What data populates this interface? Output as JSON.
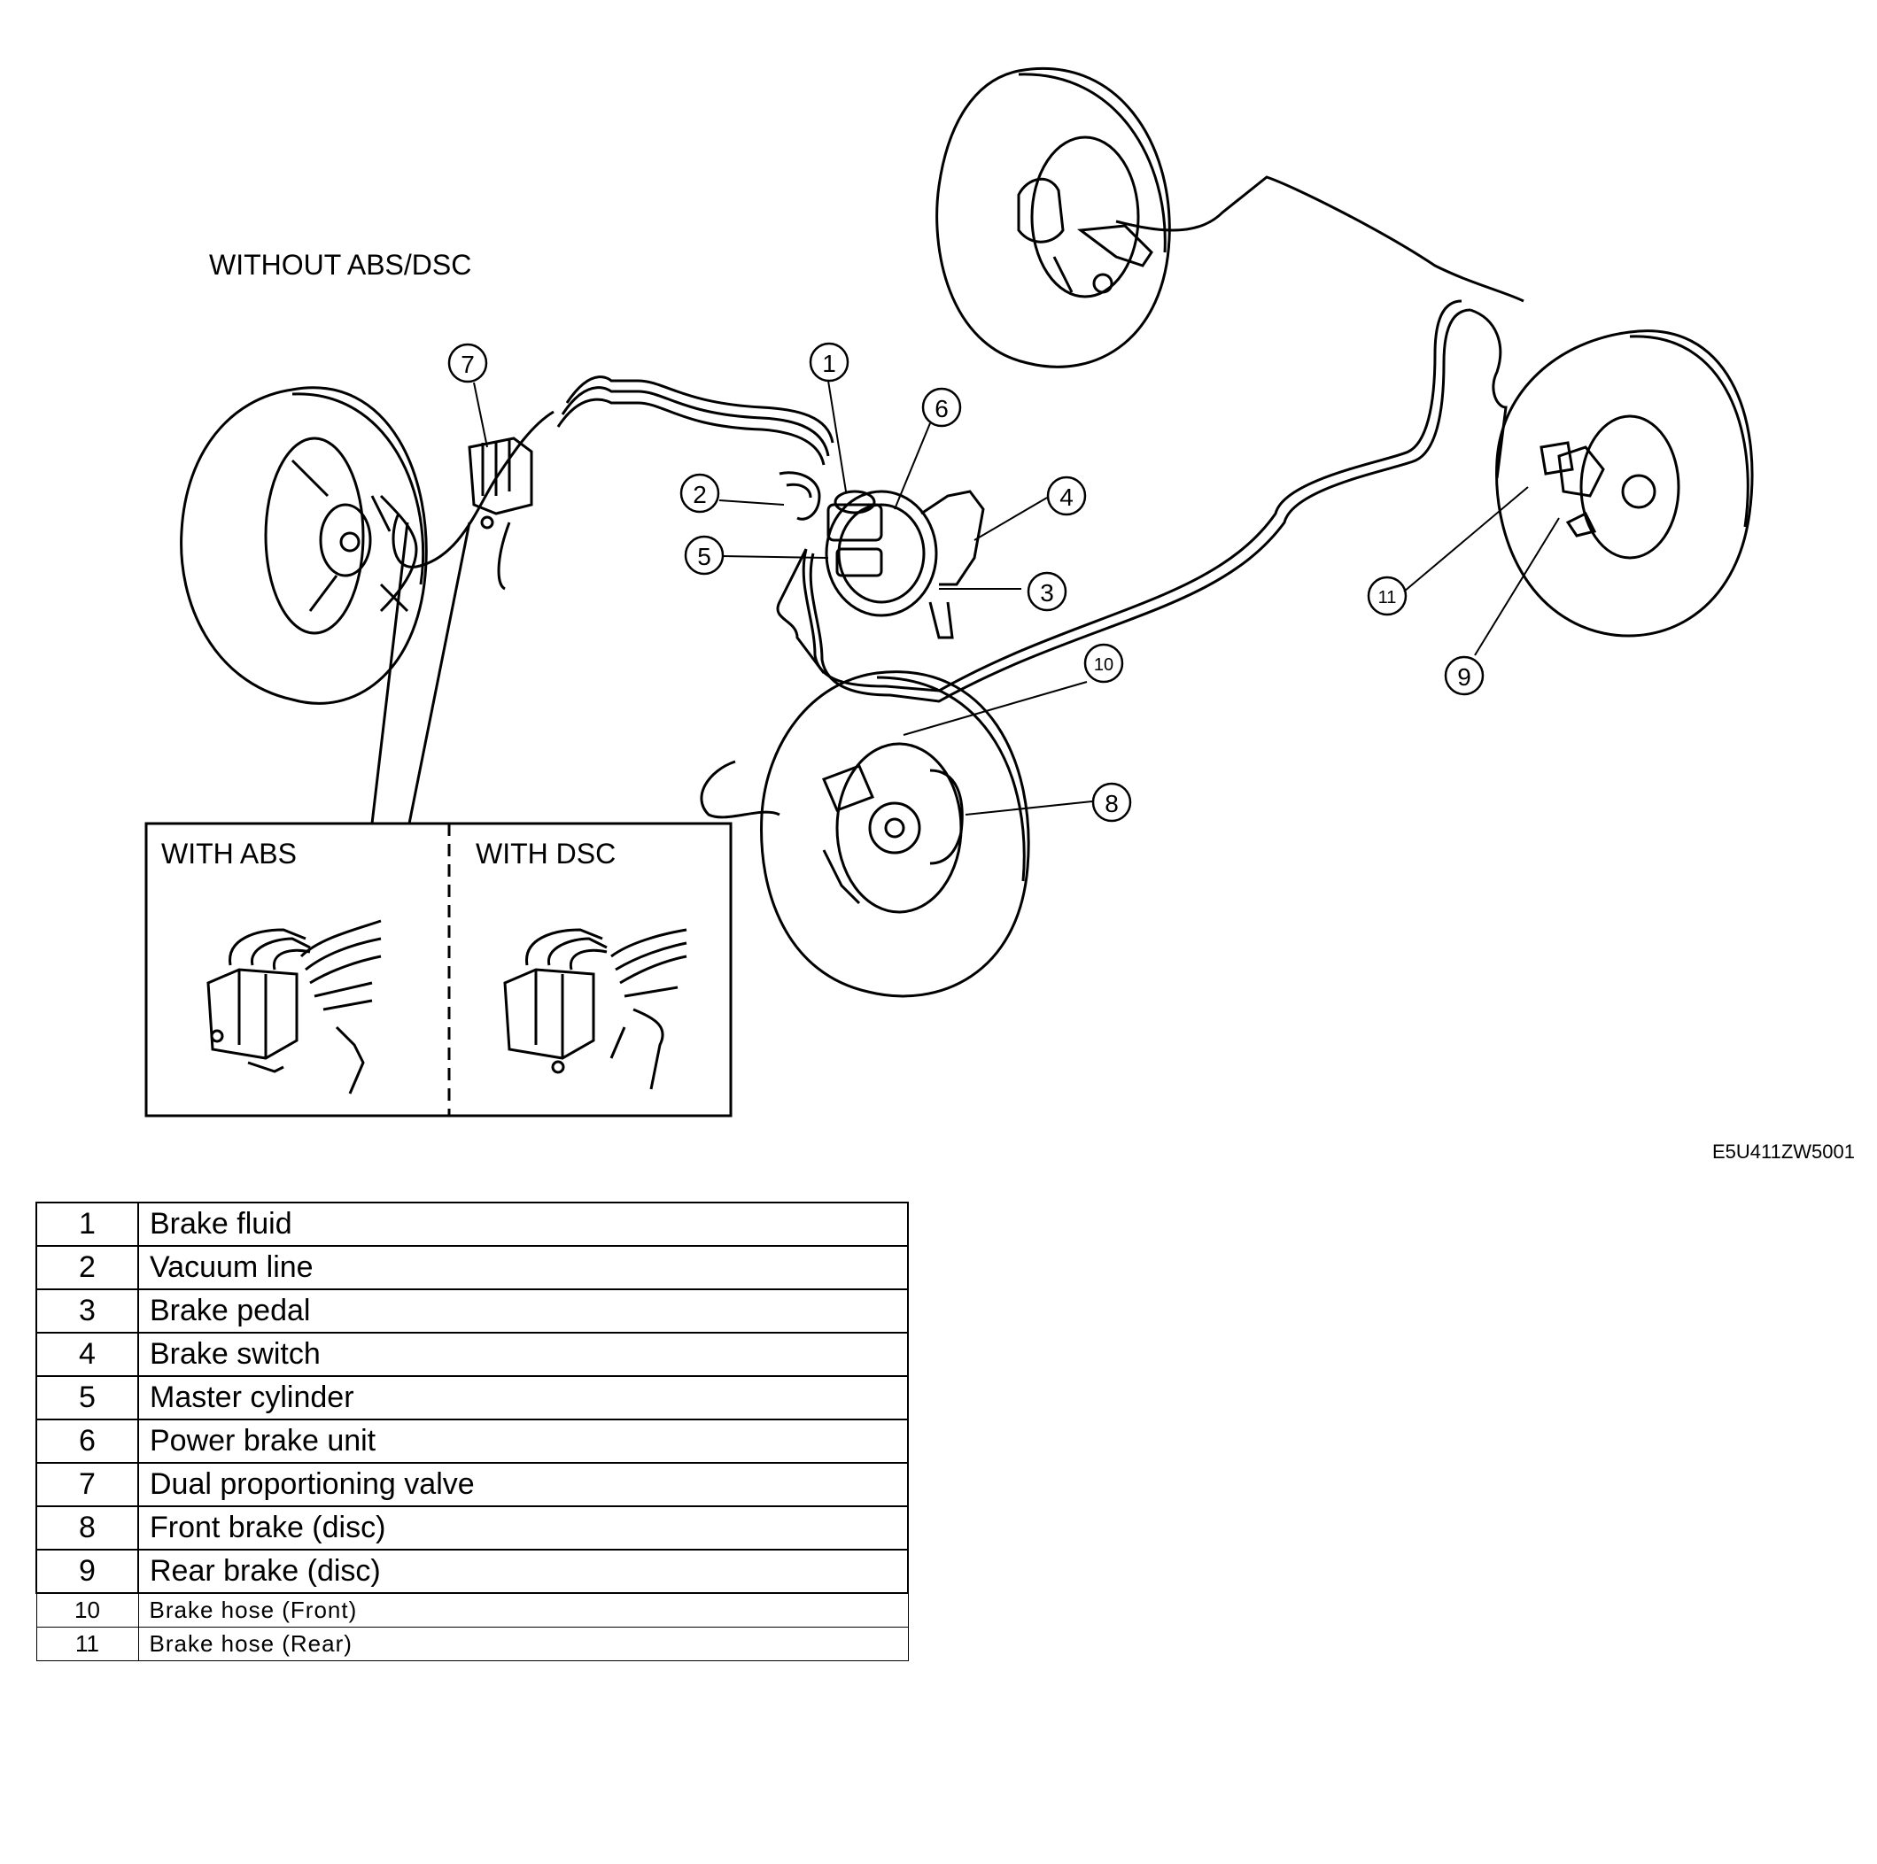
{
  "diagram": {
    "title": "WITHOUT ABS/DSC",
    "figure_code": "E5U411ZW5001",
    "inset_left": "WITH ABS",
    "inset_right": "WITH DSC",
    "callouts": [
      "1",
      "2",
      "3",
      "4",
      "5",
      "6",
      "7",
      "8",
      "9",
      "10",
      "11"
    ]
  },
  "legend": {
    "rows": [
      {
        "num": "1",
        "desc": "Brake fluid"
      },
      {
        "num": "2",
        "desc": "Vacuum line"
      },
      {
        "num": "3",
        "desc": "Brake pedal"
      },
      {
        "num": "4",
        "desc": "Brake switch"
      },
      {
        "num": "5",
        "desc": "Master cylinder"
      },
      {
        "num": "6",
        "desc": "Power brake unit"
      },
      {
        "num": "7",
        "desc": "Dual proportioning valve"
      },
      {
        "num": "8",
        "desc": "Front brake (disc)"
      },
      {
        "num": "9",
        "desc": "Rear brake (disc)"
      },
      {
        "num": "10",
        "desc": "Brake hose (Front)"
      },
      {
        "num": "11",
        "desc": "Brake hose (Rear)"
      }
    ]
  }
}
